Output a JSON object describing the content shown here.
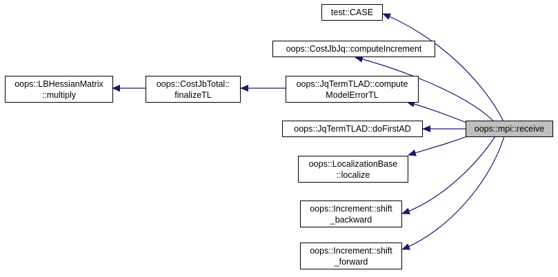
{
  "colors": {
    "edge": "#191970",
    "node_border": "#000000",
    "node_fill": "#ffffff",
    "target_fill": "#bfbfbf"
  },
  "nodes": {
    "lbhessian": {
      "line1": "oops::LBHessianMatrix",
      "line2": "::multiply"
    },
    "costjbtotal": {
      "line1": "oops::CostJbTotal::",
      "line2": "finalizeTL"
    },
    "testcase": {
      "line1": "test::CASE"
    },
    "costjbjq": {
      "line1": "oops::CostJbJq::computeIncrement"
    },
    "jqtermcompute": {
      "line1": "oops::JqTermTLAD::compute",
      "line2": "ModelErrorTL"
    },
    "jqtermdofirst": {
      "line1": "oops::JqTermTLAD::doFirstAD"
    },
    "localization": {
      "line1": "oops::LocalizationBase",
      "line2": "::localize"
    },
    "shiftbackward": {
      "line1": "oops::Increment::shift",
      "line2": "_backward"
    },
    "shiftforward": {
      "line1": "oops::Increment::shift",
      "line2": "_forward"
    },
    "receive": {
      "line1": "oops::mpi::receive"
    }
  }
}
